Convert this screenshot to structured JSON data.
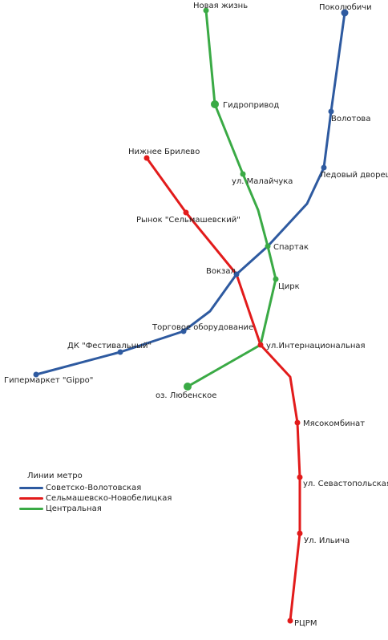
{
  "lines": [
    {
      "id": "blue",
      "name": "Советско-Волотовская",
      "color": "#2e5aa0"
    },
    {
      "id": "red",
      "name": "Сельмашевско-Новобелицкая",
      "color": "#e21b1b"
    },
    {
      "id": "green",
      "name": "Центральная",
      "color": "#3aaa45"
    }
  ],
  "legend": {
    "title": "Линии метро"
  },
  "stations": [
    {
      "id": "novaya",
      "name": "Новая жизнь",
      "line": "green"
    },
    {
      "id": "gidro",
      "name": "Гидропривод",
      "line": "green"
    },
    {
      "id": "malay",
      "name": "ул. Малайчука",
      "line": "green"
    },
    {
      "id": "sportak",
      "name": "Спартак",
      "line": "green"
    },
    {
      "id": "tsirk",
      "name": "Цирк",
      "line": "green"
    },
    {
      "id": "luben",
      "name": "оз. Любенское",
      "line": "green"
    },
    {
      "id": "poklub",
      "name": "Поколюбичи",
      "line": "blue"
    },
    {
      "id": "volotova",
      "name": "Волотова",
      "line": "blue"
    },
    {
      "id": "ledovy",
      "name": "Ледовый дворец",
      "line": "blue"
    },
    {
      "id": "vokzal",
      "name": "Вокзал",
      "line": "blue"
    },
    {
      "id": "torg",
      "name": "Торговое оборудование",
      "line": "blue"
    },
    {
      "id": "dk",
      "name": "ДК \"Фестивальный\"",
      "line": "blue"
    },
    {
      "id": "gipper",
      "name": "Гипермаркет \"Gippo\"",
      "line": "blue"
    },
    {
      "id": "nizhnee",
      "name": "Нижнее Брилево",
      "line": "red"
    },
    {
      "id": "rynok",
      "name": "Рынок \"Сельмашевский\"",
      "line": "red"
    },
    {
      "id": "intern",
      "name": "ул.Интернациональная",
      "line": "red"
    },
    {
      "id": "myaso",
      "name": "Мясокомбинат",
      "line": "red"
    },
    {
      "id": "sevast",
      "name": "ул. Севастопольская",
      "line": "red"
    },
    {
      "id": "ilicha",
      "name": "Ул. Ильича",
      "line": "red"
    },
    {
      "id": "rtsrm",
      "name": "РЦРМ",
      "line": "red"
    }
  ]
}
